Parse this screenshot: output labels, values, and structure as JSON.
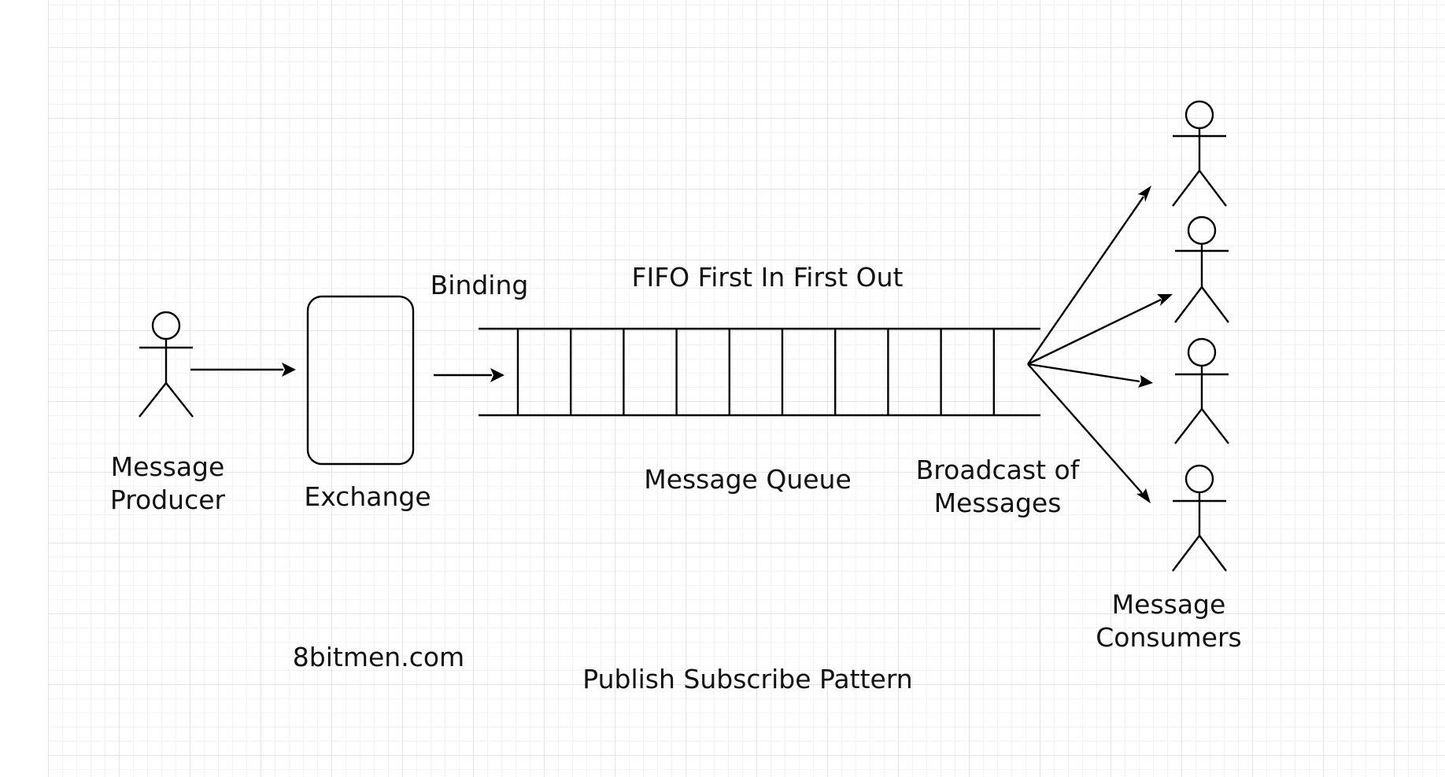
{
  "labels": {
    "producer": "Message Producer",
    "exchange": "Exchange",
    "binding": "Binding",
    "fifo": "FIFO First In First Out",
    "queue": "Message Queue",
    "broadcast": "Broadcast of Messages",
    "consumers": "Message Consumers",
    "site": "8bitmen.com",
    "pattern": "Publish Subscribe Pattern"
  },
  "diagram": {
    "queue_slots": 9,
    "consumer_count": 4
  }
}
